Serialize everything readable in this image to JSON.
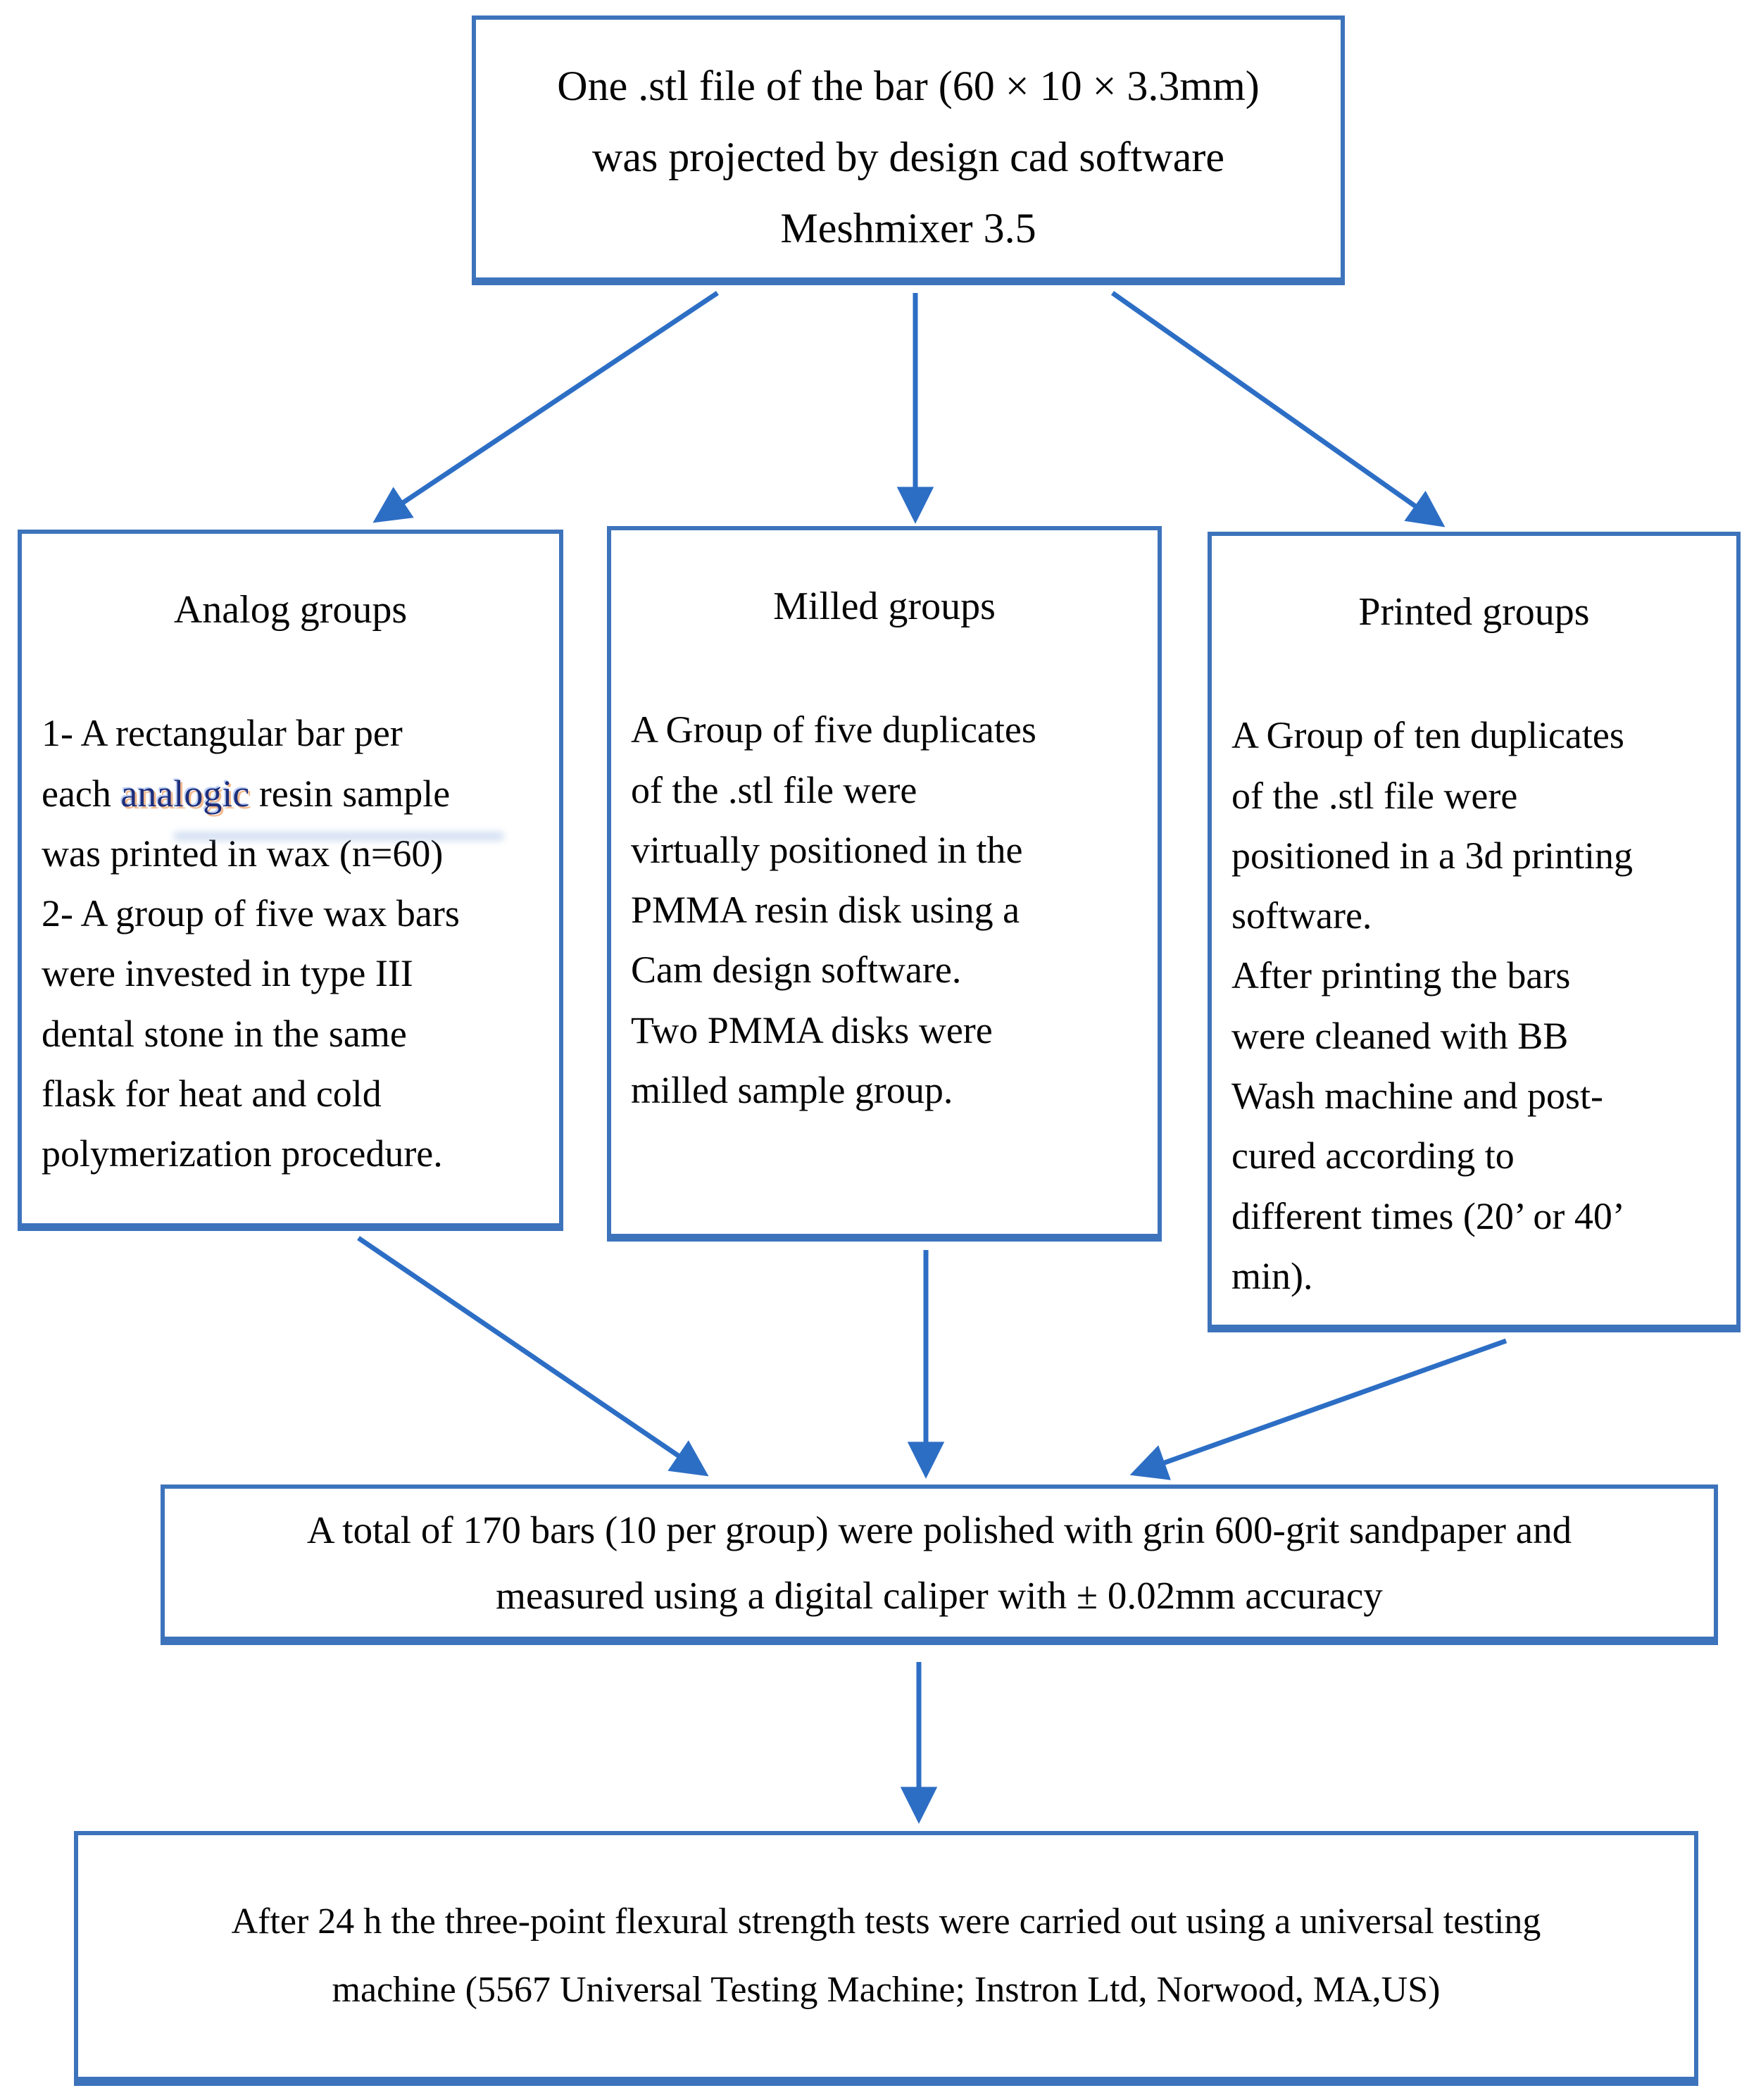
{
  "diagram": {
    "type": "flowchart",
    "colors": {
      "box_border": "#3d73bb",
      "arrow": "#2d6ec5",
      "text": "#050505",
      "background": "#ffffff",
      "highlight_word": "#1d2f7c",
      "highlight_word_fringe": "#e67823"
    },
    "nodes": {
      "source": {
        "text": "One .stl file of the bar (60 × 10 × 3.3mm)\nwas projected by design cad software\nMeshmixer 3.5"
      },
      "analog": {
        "heading": "Analog groups",
        "body_before": "1- A rectangular bar per\neach ",
        "body_highlight": "analogic",
        "body_after": " resin sample\nwas printed in wax (n=60)\n2- A group of five wax bars\nwere invested in type III\ndental stone in the same\nflask for heat and cold\npolymerization procedure."
      },
      "milled": {
        "heading": "Milled groups",
        "body": "A Group of five duplicates\nof the .stl file were\nvirtually positioned in the\nPMMA resin disk using a\nCam design software.\nTwo PMMA disks were\nmilled sample  group."
      },
      "printed": {
        "heading": "Printed groups",
        "body": "A Group of ten duplicates\nof the .stl file were\npositioned in a 3d printing\nsoftware.\nAfter printing the bars\nwere cleaned with BB\nWash machine and post-\ncured according to\ndifferent times (20’ or 40’\nmin)."
      },
      "bars": {
        "text": "A total of 170 bars (10 per group) were polished with grin 600-grit sandpaper and\nmeasured using a digital caliper with ± 0.02mm accuracy"
      },
      "final": {
        "text": "After 24 h the three-point flexural strength tests were carried out using a universal testing\nmachine (5567 Universal Testing Machine; Instron Ltd, Norwood, MA,US)"
      }
    },
    "edges": [
      {
        "from": "source",
        "to": "analog"
      },
      {
        "from": "source",
        "to": "milled"
      },
      {
        "from": "source",
        "to": "printed"
      },
      {
        "from": "analog",
        "to": "bars"
      },
      {
        "from": "milled",
        "to": "bars"
      },
      {
        "from": "printed",
        "to": "bars"
      },
      {
        "from": "bars",
        "to": "final"
      }
    ]
  }
}
